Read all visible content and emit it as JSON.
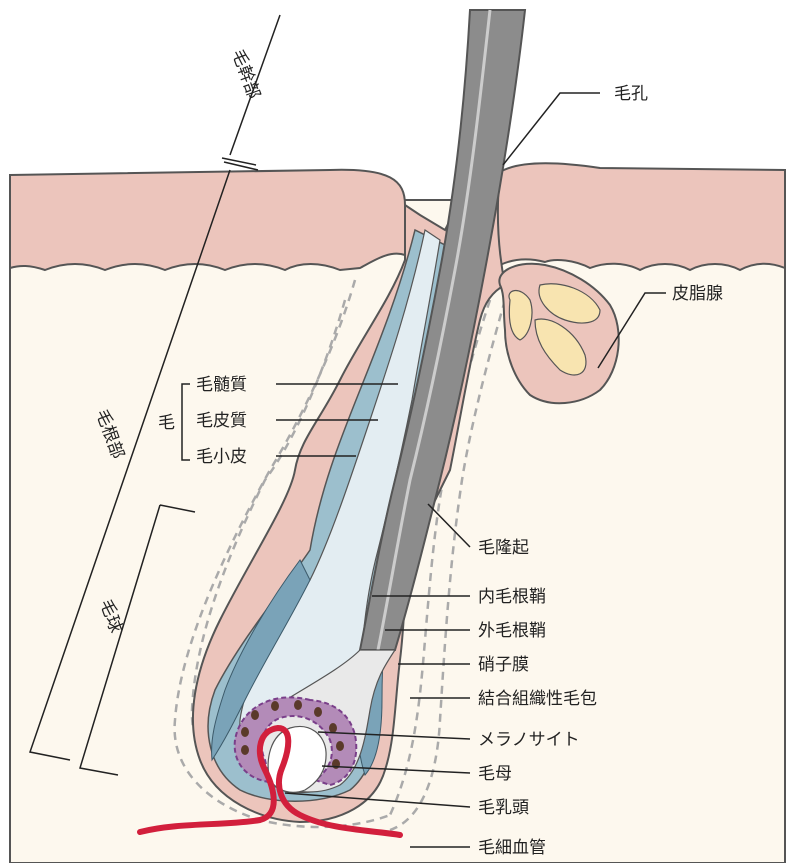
{
  "colors": {
    "dermis": "#fdf8ee",
    "epidermis": "#ecc5bc",
    "outline": "#555555",
    "sheath_blue": "#9cbfcd",
    "sheath_light": "#e3edf2",
    "hair_shaft": "#8c8c8c",
    "hair_shaft_dark": "#555555",
    "matrix": "#e9e9e9",
    "melanocyte_zone": "#b38bb8",
    "melanocyte_border": "#7a3f8a",
    "melanin": "#5a3a2a",
    "blood_vessel": "#d21f3c",
    "gland": "#f8e4b0",
    "dashed": "#aaaaaa"
  },
  "icons": {
    "hair": "hair-follicle-diagram"
  },
  "labels": {
    "hair_shaft": "毛幹部",
    "hair_root": "毛根部",
    "hair_bulb": "毛球",
    "pore": "毛孔",
    "sebaceous_gland": "皮脂腺",
    "hair": "毛",
    "medulla": "毛髄質",
    "cortex": "毛皮質",
    "cuticle": "毛小皮",
    "bulge": "毛隆起",
    "inner_root_sheath": "内毛根鞘",
    "outer_root_sheath": "外毛根鞘",
    "glassy_membrane": "硝子膜",
    "connective_tissue_sheath": "結合組織性毛包",
    "melanocyte": "メラノサイト",
    "hair_matrix": "毛母",
    "dermal_papilla": "毛乳頭",
    "capillary": "毛細血管"
  }
}
